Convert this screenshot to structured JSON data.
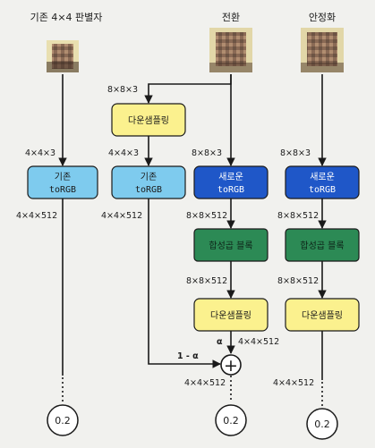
{
  "headers": {
    "old_discriminator": "기존 4×4 판별자",
    "transition": "전환",
    "stabilization": "안정화"
  },
  "blocks": {
    "old_torgb_1": [
      "기존",
      "toRGB"
    ],
    "old_torgb_2": [
      "기존",
      "toRGB"
    ],
    "new_torgb_1": [
      "새로운",
      "toRGB"
    ],
    "new_torgb_2": [
      "새로운",
      "toRGB"
    ],
    "downsample_left": "다운샘플링",
    "downsample_mid": "다운샘플링",
    "downsample_right": "다운샘플링",
    "conv_mid": "합성곱 블록",
    "conv_right": "합성곱 블록"
  },
  "dims": {
    "d_443_a": "4×4×3",
    "d_4512_a": "4×4×512",
    "d_883_top": "8×8×3",
    "d_443_b": "4×4×3",
    "d_4512_b": "4×4×512",
    "d_883_mid": "8×8×3",
    "d_88512_mid_a": "8×8×512",
    "d_88512_mid_b": "8×8×512",
    "d_4512_mid_out": "4×4×512",
    "d_4512_mid_sum": "4×4×512",
    "d_883_right": "8×8×3",
    "d_88512_right_a": "8×8×512",
    "d_88512_right_b": "8×8×512",
    "d_4512_right": "4×4×512"
  },
  "weights": {
    "one_minus_alpha": "1 - α",
    "alpha": "α"
  },
  "sum_symbol": "+",
  "outputs": {
    "out_left": "0.2",
    "out_mid": "0.2",
    "out_right": "0.2"
  },
  "colors": {
    "light_blue": "#7ecbee",
    "dark_blue": "#1f57c8",
    "yellow": "#fbf18e",
    "green": "#2c8a55",
    "face": "#9a7058"
  }
}
